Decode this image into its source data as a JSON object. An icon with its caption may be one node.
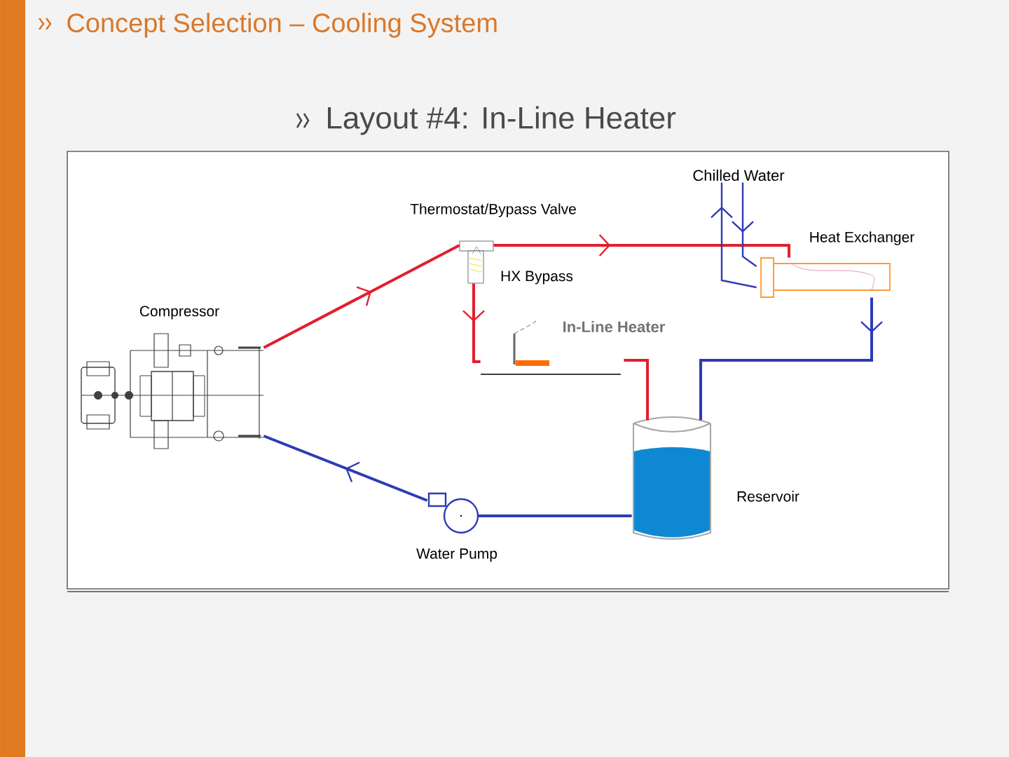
{
  "diagram": {
    "title": "Concept Selection – Cooling System",
    "nodes": [
      {
        "text": [
          "Chilled Water"
        ]
      },
      {
        "text": [],
        "shape": "valve",
        "beside": [
          "Thermostat/Bypass Valve"
        ]
      },
      {
        "text": [],
        "shape": "box",
        "beside": [
          "Heat Exchanger"
        ]
      },
      {
        "text": [],
        "shape": "picture",
        "beside": [
          "Compressor"
        ]
      },
      {
        "text": [
          "In-Line Heater"
        ]
      },
      {
        "text": [],
        "shape": "cylinder",
        "beside": [
          "Reservoir"
        ]
      },
      {
        "text": [],
        "shape": "circle",
        "beside": [
          "Water Pump"
        ]
      }
    ],
    "edges": [
      {
        "from": 3,
        "to": 1,
        "arrow": "to",
        "color": "#e31e2d"
      },
      {
        "from": 1,
        "to": 2,
        "arrow": "to",
        "color": "#e31e2d"
      },
      {
        "from": 1,
        "to": 4,
        "arrow": "to",
        "color": "#e31e2d",
        "label": "HX Bypass"
      },
      {
        "from": 4,
        "to": 5,
        "arrow": "none",
        "color": "#e31e2d"
      },
      {
        "from": 2,
        "to": 5,
        "arrow": "to"
      },
      {
        "from": 5,
        "to": 6,
        "arrow": "none"
      },
      {
        "from": 6,
        "to": 3,
        "arrow": "to"
      },
      {
        "from": 2,
        "to": 0,
        "arrow": "to"
      },
      {
        "from": 0,
        "to": 2,
        "arrow": "to"
      }
    ],
    "labels": [
      "Layout #4: In-Line Heater"
    ]
  }
}
